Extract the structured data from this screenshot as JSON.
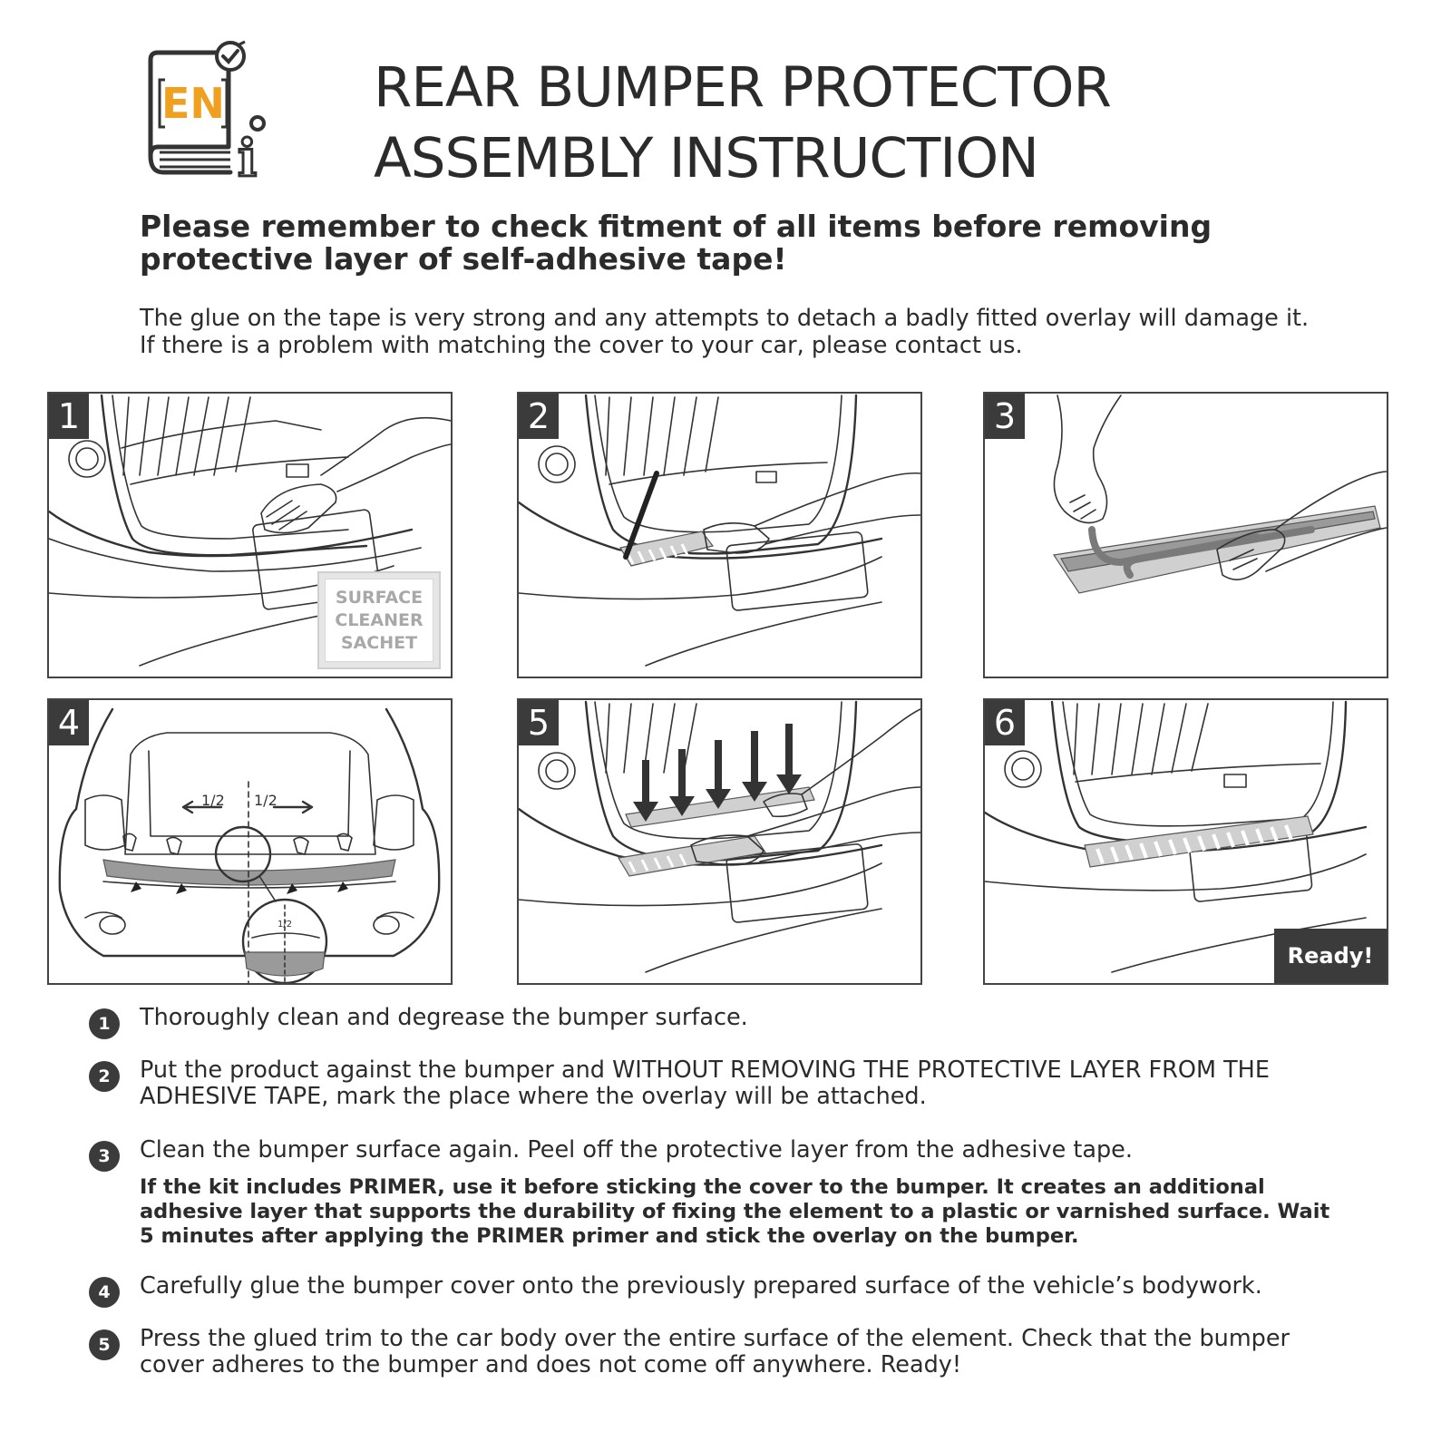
{
  "header": {
    "logo_text": "EN",
    "logo_info_glyph": "i",
    "title_line1": "REAR BUMPER PROTECTOR",
    "title_line2": "ASSEMBLY INSTRUCTION"
  },
  "warning": "Please remember to check fitment of all items before removing protective layer of self-adhesive tape!",
  "intro": {
    "line1": "The glue on the tape is very strong and any attempts to detach a badly fitted overlay will damage it.",
    "line2": "If there is a problem with matching the cover to your car, please contact us."
  },
  "panels": [
    {
      "number": "1",
      "sachet_label": "SURFACE CLEANER SACHET"
    },
    {
      "number": "2"
    },
    {
      "number": "3"
    },
    {
      "number": "4",
      "half_left": "1/2",
      "half_right": "1/2",
      "zoom_half": "1/2"
    },
    {
      "number": "5"
    },
    {
      "number": "6",
      "ready_label": "Ready!"
    }
  ],
  "steps": [
    {
      "number": "1",
      "text": "Thoroughly clean and degrease the bumper surface."
    },
    {
      "number": "2",
      "text": "Put the product against the bumper and WITHOUT REMOVING THE PROTECTIVE LAYER FROM THE ADHESIVE TAPE, mark the place where the overlay will be attached."
    },
    {
      "number": "3",
      "text": "Clean the bumper surface again. Peel off the protective layer from the adhesive tape.",
      "note": "If the kit includes PRIMER, use it before sticking the cover to the bumper. It creates an additional adhesive layer that supports the durability of fixing the element to a plastic or varnished surface. Wait 5 minutes after applying the PRIMER primer and stick the overlay on the bumper."
    },
    {
      "number": "4",
      "text": "Carefully glue the bumper cover onto the previously prepared surface of the vehicle’s bodywork."
    },
    {
      "number": "5",
      "text": "Press the glued trim to the car body over the entire surface of the element. Check that the bumper cover adheres to the bumper and does not come off anywhere. Ready!"
    }
  ],
  "colors": {
    "accent": "#f0a020",
    "dark": "#3b3b3b",
    "text": "#2b2b2b"
  }
}
